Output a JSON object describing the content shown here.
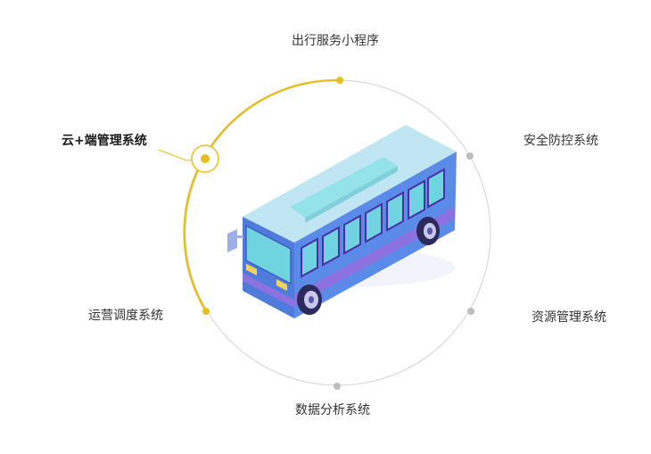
{
  "colors": {
    "accent": "#E6BE1E",
    "ring": "#D6D6D6",
    "dot_inactive": "#BDBDBD",
    "text": "#333333"
  },
  "active_node": "cloud_terminal",
  "nodes": {
    "mini_program": {
      "label": "出行服务小程序"
    },
    "security": {
      "label": "安全防控系统"
    },
    "resource": {
      "label": "资源管理系统"
    },
    "analytics": {
      "label": "数据分析系统"
    },
    "dispatch": {
      "label": "运营调度系统"
    },
    "cloud_terminal": {
      "label": "云+端管理系统"
    }
  },
  "center_image": {
    "icon": "bus-icon"
  }
}
